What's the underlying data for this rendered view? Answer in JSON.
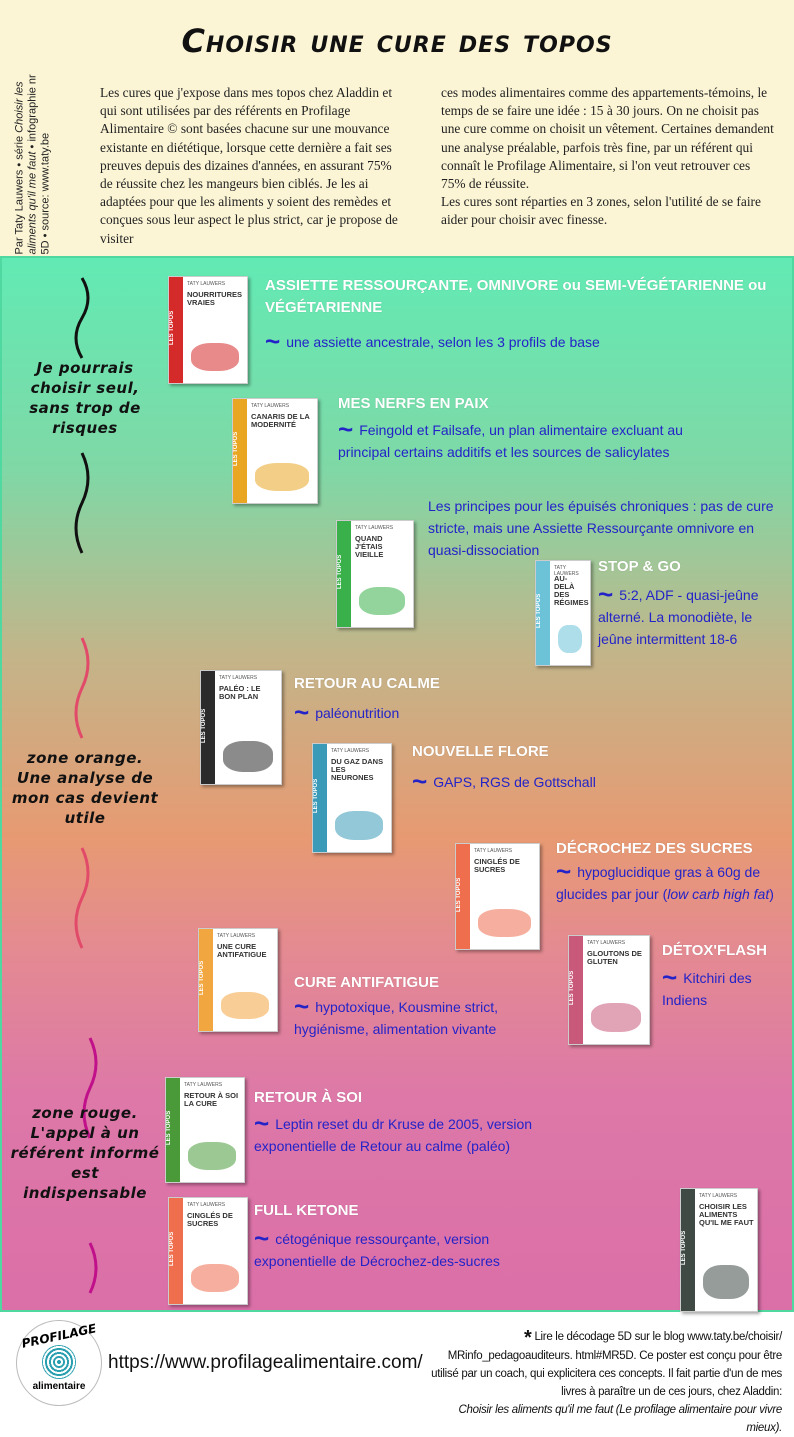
{
  "title": "Choisir une cure des topos",
  "credit": {
    "line1": "Par Taty Lauwers • série ",
    "series": "Choisir les aliments qu'il me faut",
    "line2": " • infographie nr 5D • source: www.taty.be"
  },
  "intro_left": "Les cures que j'expose dans  mes topos chez Aladdin  et qui sont utilisées par des référents en Profilage Alimentaire © sont basées chacune sur une mouvance existante en diététique, lorsque cette dernière a fait ses preuves depuis des dizaines d'années, en assurant  75% de réussite chez les mangeurs bien ciblés. Je les ai adaptées pour que les aliments y soient des remèdes et conçues sous leur aspect le plus strict,  car je propose de visiter",
  "intro_right": "ces modes alimentaires comme des appartements-témoins, le temps de se faire une idée : 15 à 30 jours. On ne choisit pas une cure comme on choisit un vêtement. Certaines demandent une analyse préalable, parfois très fine, par un référent qui connaît le Profilage Alimentaire, si l'on veut retrouver ces 75% de réussite.",
  "intro_right2": "Les cures sont réparties en 3 zones, selon l'utilité de se faire aider pour choisir avec finesse.",
  "zones": [
    {
      "label": "Je pourrais choisir seul, sans trop de risques"
    },
    {
      "label": "zone orange. Une analyse de mon cas devient utile"
    },
    {
      "label": "zone rouge. L'appel à un référent informé est indispensable"
    }
  ],
  "book_common": {
    "author": "TATY LAUWERS",
    "spine": "LES TOPOS"
  },
  "books": [
    {
      "title": "NOURRITURES VRAIES",
      "color": "#d52a2a"
    },
    {
      "title": "CANARIS DE LA MODERNITÉ",
      "color": "#e8a623"
    },
    {
      "title": "QUAND J'ÉTAIS VIEILLE",
      "color": "#3ab04a"
    },
    {
      "title": "AU-DELÀ DES RÉGIMES",
      "color": "#6cc3d8"
    },
    {
      "title": "PALÉO : LE BON PLAN",
      "color": "#2b2b2b"
    },
    {
      "title": "DU GAZ DANS LES NEURONES",
      "color": "#3a9ab8"
    },
    {
      "title": "CINGLÉS DE SUCRES",
      "color": "#ef6e4e"
    },
    {
      "title": "UNE CURE ANTIFATIGUE",
      "color": "#f2a640"
    },
    {
      "title": "GLOUTONS DE GLUTEN",
      "color": "#c8597a"
    },
    {
      "title": "RETOUR À SOI LA CURE",
      "color": "#4a9a3a"
    },
    {
      "title": "CINGLÉS DE SUCRES",
      "color": "#ef6e4e"
    },
    {
      "title": "CHOISIR LES ALIMENTS QU'IL ME FAUT",
      "color": "#3f4a45"
    }
  ],
  "cures": [
    {
      "title": "ASSIETTE RESSOURÇANTE, OMNIVORE ou SEMI-VÉGÉTARIENNE ou VÉGÉTARIENNE",
      "desc": "une assiette ancestrale, selon les 3 profils de base"
    },
    {
      "title": "MES NERFS EN PAIX",
      "desc": "Feingold et Failsafe, un plan alimentaire  excluant au principal certains additifs et les sources de salicylates"
    },
    {
      "title": "",
      "desc": "Les principes pour les épuisés chroniques : pas de cure stricte, mais une Assiette Ressourçante omnivore en quasi-dissociation"
    },
    {
      "title": "STOP & GO",
      "desc": "5:2, ADF - quasi-jeûne alterné. La monodiète, le jeûne intermittent 18-6"
    },
    {
      "title": "RETOUR AU CALME",
      "desc": "paléonutrition"
    },
    {
      "title": "NOUVELLE FLORE",
      "desc": "GAPS, RGS de Gottschall"
    },
    {
      "title": "DÉCROCHEZ DES SUCRES",
      "desc": "hypoglucidique gras à 60g de glucides par jour (",
      "desc_i": "low carb high fat",
      "desc_end": ")"
    },
    {
      "title": "CURE ANTIFATIGUE",
      "desc": "hypotoxique, Kousmine strict, hygiénisme, alimentation vivante"
    },
    {
      "title": "DÉTOX'FLASH",
      "desc": "Kitchiri des Indiens"
    },
    {
      "title": "RETOUR À SOI",
      "desc": "Leptin reset du dr Kruse de 2005, version exponentielle de Retour au calme (paléo)"
    },
    {
      "title": "FULL KETONE",
      "desc": "cétogénique ressourçante, version exponentielle de Décrochez-des-sucres"
    }
  ],
  "tilde": "~",
  "footer": {
    "logo_top": "PROFILAGE",
    "logo_bottom": "alimentaire",
    "url": "https://www.profilagealimentaire.com/",
    "asterisk": "*",
    "note": "Lire le décodage 5D sur le blog www.taty.be/choisir/ MRinfo_pedagoauditeurs. html#MR5D.  Ce poster est conçu pour être utilisé par un coach, qui explicitera ces concepts.  Il fait partie d'un de mes livres à paraître un de ces jours, chez Aladdin:",
    "note_italic": "Choisir les aliments qu'il me faut  (Le profilage alimentaire pour vivre mieux)."
  }
}
